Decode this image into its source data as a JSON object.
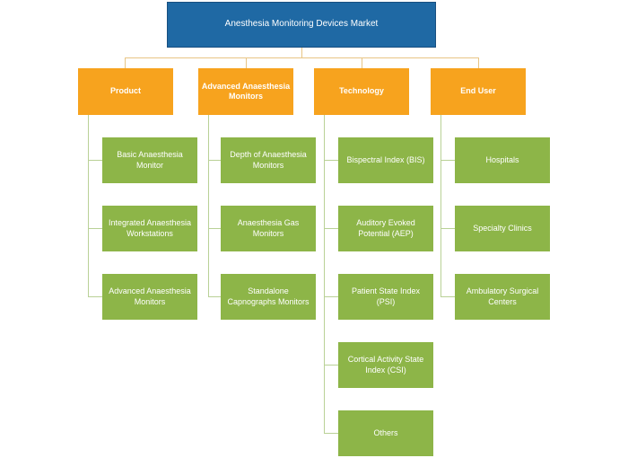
{
  "root": {
    "label": "Anesthesia Monitoring Devices Market"
  },
  "categories": [
    {
      "label": "Product",
      "items": [
        "Basic Anaesthesia Monitor",
        "Integrated Anaesthesia Workstations",
        "Advanced Anaesthesia Monitors"
      ]
    },
    {
      "label": "Advanced Anaesthesia Monitors",
      "items": [
        "Depth of Anaesthesia Monitors",
        "Anaesthesia Gas Monitors",
        "Standalone Capnographs Monitors"
      ]
    },
    {
      "label": "Technology",
      "items": [
        "Bispectral Index (BIS)",
        "Auditory Evoked Potential (AEP)",
        "Patient State Index (PSI)",
        "Cortical Activity State Index (CSI)",
        "Others"
      ]
    },
    {
      "label": "End User",
      "items": [
        "Hospitals",
        "Specialty Clinics",
        "Ambulatory Surgical Centers"
      ]
    }
  ],
  "colors": {
    "root": "#1f69a4",
    "category": "#f7a31e",
    "leaf": "#8db548",
    "connector_top": "#e8c585",
    "connector_leaf": "#b9d196"
  }
}
